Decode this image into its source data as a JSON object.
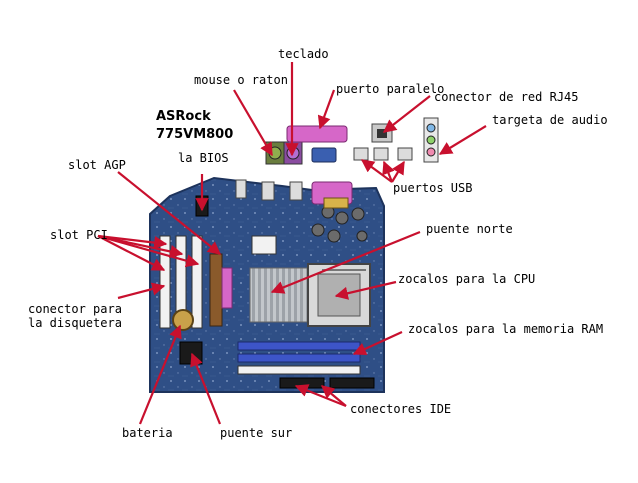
{
  "board": {
    "brand": "ASRock",
    "model": "775VM800",
    "bios_label": "la BIOS"
  },
  "labels": {
    "teclado": "teclado",
    "mouse": "mouse o raton",
    "paralelo": "puerto paralelo",
    "red": "conector de red RJ45",
    "audio": "targeta de audio",
    "usb": "puertos USB",
    "agp": "slot AGP",
    "pci": "slot PCI",
    "norte": "puente norte",
    "cpu": "zocalos para la CPU",
    "disquetera": "conector para la disquetera",
    "ram": "zocalos para la memoria RAM",
    "ide": "conectores IDE",
    "bateria": "bateria",
    "sur": "puente sur"
  },
  "colors": {
    "arrow": "#c8102e",
    "pcb": "#2f4f86",
    "pcb_dark": "#1d335c",
    "port_pink": "#d667c8",
    "ram_slot": "#3d55c8",
    "chip": "#1a1a1a",
    "heatsink": "#b8bcc0"
  }
}
